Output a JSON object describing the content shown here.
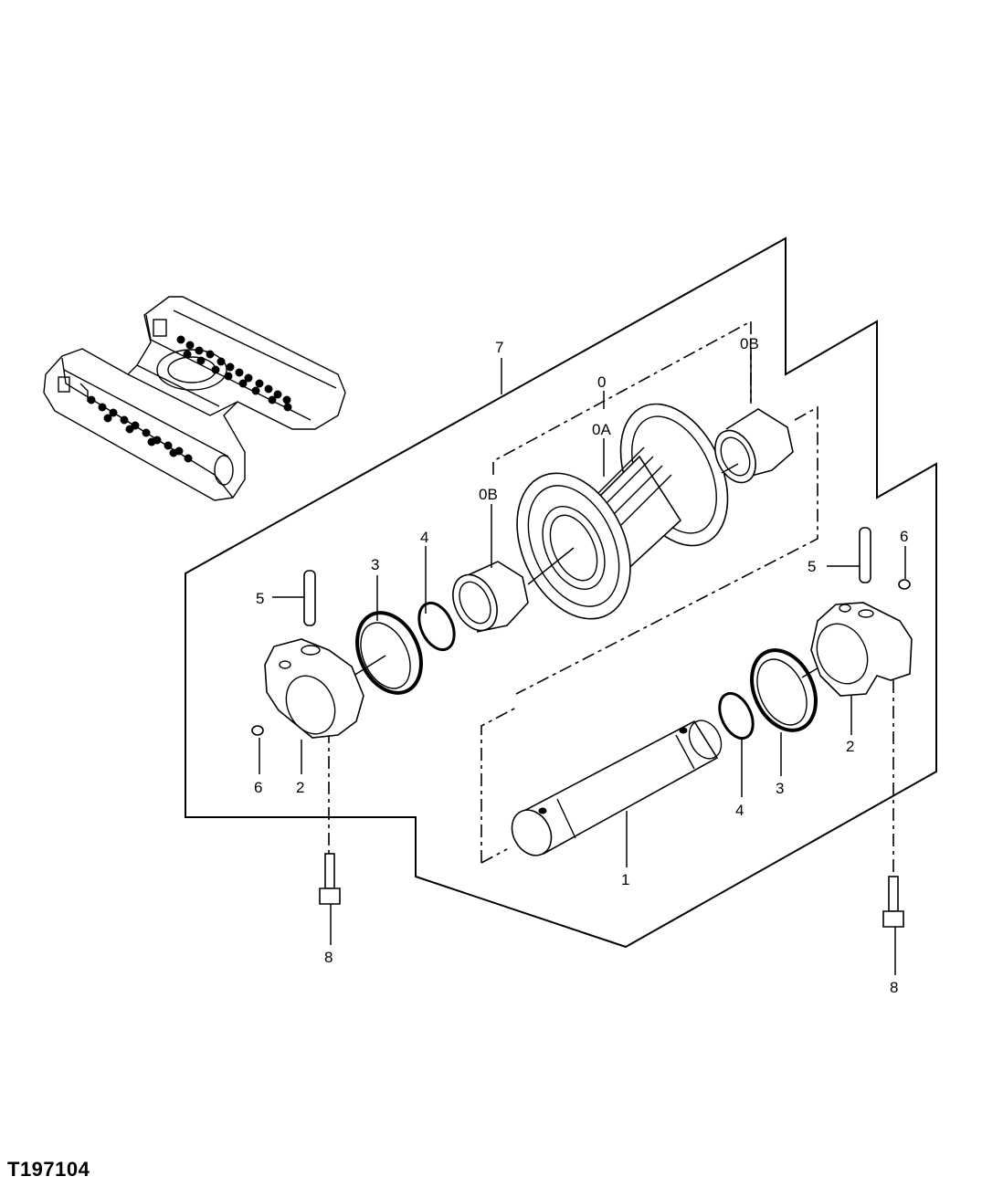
{
  "figure_id": "T197104",
  "callouts": {
    "c7": "7",
    "c0": "0",
    "c0A": "0A",
    "c0B_left": "0B",
    "c0B_right": "0B",
    "c1": "1",
    "c2_left": "2",
    "c2_right": "2",
    "c3_left": "3",
    "c3_right": "3",
    "c4_left": "4",
    "c4_right": "4",
    "c5_left": "5",
    "c5_right": "5",
    "c6_left": "6",
    "c6_right": "6",
    "c8_left": "8",
    "c8_right": "8"
  }
}
